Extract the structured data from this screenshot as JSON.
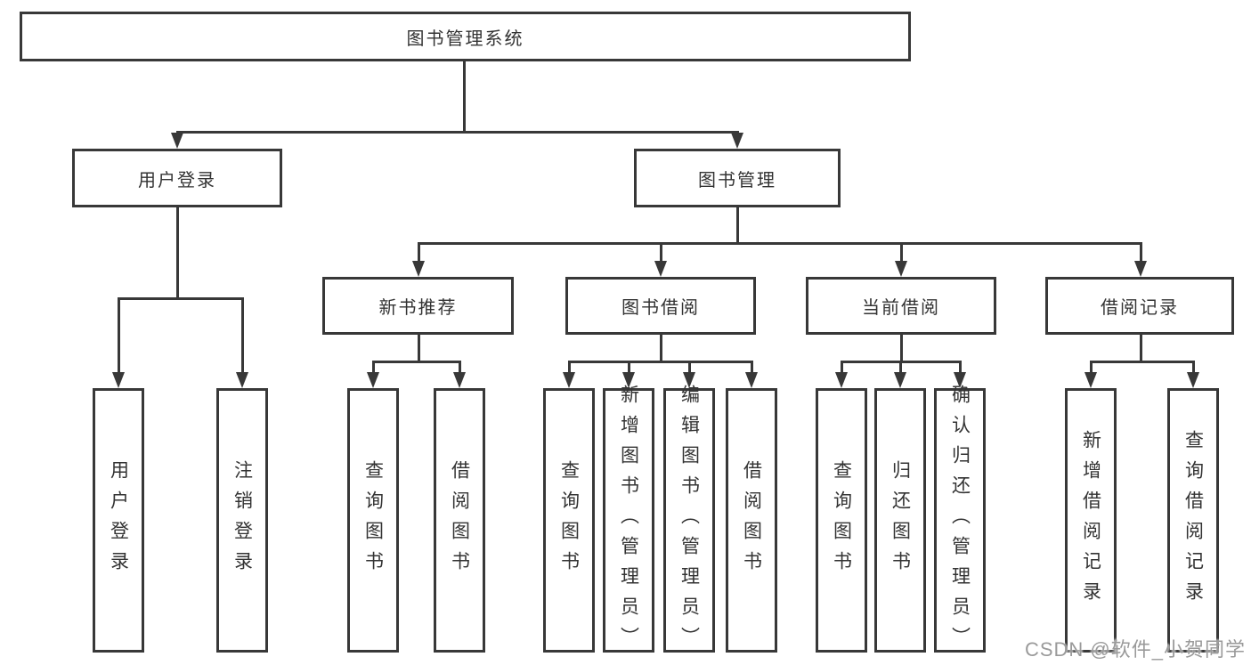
{
  "colors": {
    "line": "#383838",
    "box_border": "#383838",
    "box_background": "#ffffff",
    "text": "#333333",
    "background": "#ffffff",
    "watermark": "#9a9a9a"
  },
  "root": {
    "label": "图书管理系统"
  },
  "level2": {
    "login": {
      "label": "用户登录"
    },
    "management": {
      "label": "图书管理"
    }
  },
  "level3": {
    "recommend": {
      "label": "新书推荐"
    },
    "borrow": {
      "label": "图书借阅"
    },
    "current": {
      "label": "当前借阅"
    },
    "records": {
      "label": "借阅记录"
    }
  },
  "leaves": {
    "login": [
      {
        "label": "用户登录"
      },
      {
        "label": "注销登录"
      }
    ],
    "recommend": [
      {
        "label": "查询图书"
      },
      {
        "label": "借阅图书"
      }
    ],
    "borrow": [
      {
        "label": "查询图书"
      },
      {
        "label": "新增图书（管理员）"
      },
      {
        "label": "编辑图书（管理员）"
      },
      {
        "label": "借阅图书"
      }
    ],
    "current": [
      {
        "label": "查询图书"
      },
      {
        "label": "归还图书"
      },
      {
        "label": "确认归还（管理员）"
      }
    ],
    "records": [
      {
        "label": "新增借阅记录"
      },
      {
        "label": "查询借阅记录"
      }
    ]
  },
  "watermark": {
    "text": "CSDN @软件_小贺同学"
  }
}
